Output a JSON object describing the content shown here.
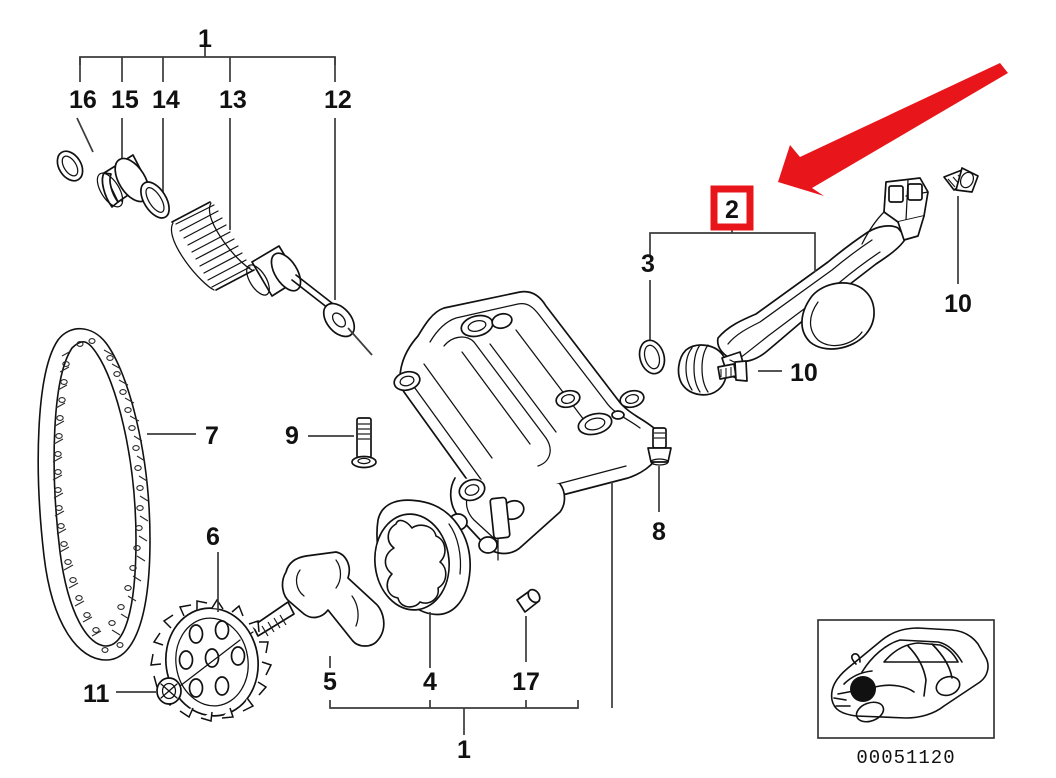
{
  "diagram": {
    "title": "BMW Oil Pump Assembly Exploded Parts Diagram",
    "diagram_number": "00051120",
    "highlight_color": "#e8151a",
    "line_color": "#3b3b3b",
    "background": "#ffffff"
  },
  "callouts": {
    "top_bracket_label": "1",
    "bottom_bracket_label": "1",
    "highlighted_label": "2",
    "n16": "16",
    "n15": "15",
    "n14": "14",
    "n13": "13",
    "n12": "12",
    "n7": "7",
    "n9": "9",
    "n6": "6",
    "n11": "11",
    "n5": "5",
    "n4": "4",
    "n17": "17",
    "n8": "8",
    "n3": "3",
    "n10_upper": "10",
    "n10_lower": "10"
  },
  "parts": {
    "p1": "oil-pump-assembly",
    "p2": "oil-pump-suction-pipe",
    "p3": "o-ring-seal",
    "p4": "pump-rotor",
    "p5": "pump-rotor-shaft",
    "p6": "drive-sprocket",
    "p7": "timing-chain",
    "p8": "hex-bolt",
    "p9": "hex-bolt-long",
    "p10": "hex-bolt-pipe-mount",
    "p11": "shaft-nut",
    "p12": "end-cap-washer",
    "p13": "relief-valve-piston",
    "p14": "valve-washer",
    "p15": "valve-sleeve",
    "p16": "valve-o-ring",
    "p17": "dowel-pin"
  },
  "inset": {
    "name": "vehicle-location-inset",
    "caption": "00051120"
  },
  "annotation": {
    "arrow_name": "red-pointer-arrow",
    "arrow_from": "1000,65",
    "arrow_to": "780,180"
  }
}
